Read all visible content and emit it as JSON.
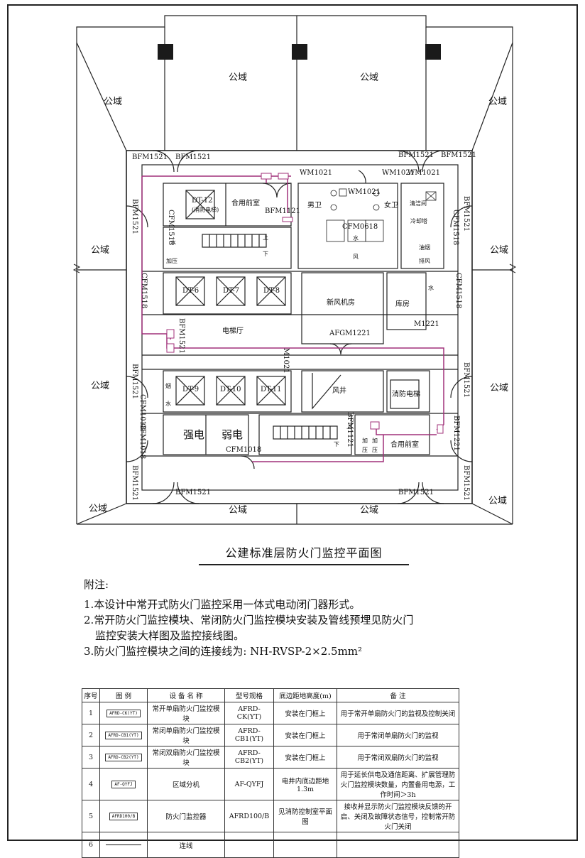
{
  "labels": {
    "public_area": "公域",
    "bfm1521": "BFM1521",
    "wm1021": "WM1021",
    "cfm1518": "CFM1518",
    "cfm1018": "CFM1018",
    "bfm1121": "BFM1121",
    "bfm1221": "BFM1221",
    "afgm1221": "AFGM1221",
    "m1021": "M1021",
    "m1221": "M1221",
    "cfm0618": "CFM0618",
    "dt12": "DT-12",
    "fire_elevator_small": "(消防电梯)",
    "shared_front_room": "合用前室",
    "men_wc": "男卫",
    "women_wc": "女卫",
    "cleaning_room": "清洁间",
    "cooling_tower": "冷却塔",
    "water": "水",
    "wind": "风",
    "water_shaft": "水",
    "pressurize": "加压",
    "smoke_exhaust": "油烟",
    "exhaust": "排风",
    "up": "上",
    "down": "下",
    "dt6": "DT-6",
    "dt7": "DT-7",
    "dt8": "DT-8",
    "dt9": "DT-9",
    "dt10": "DT-10",
    "dt11": "DT-11",
    "fresh_air_room": "新风机房",
    "storage": "库房",
    "elevator_hall": "电梯厅",
    "wind_shaft": "风井",
    "fire_elevator": "消防电梯",
    "strong_elec": "强电",
    "weak_elec": "弱电",
    "smoke": "烟",
    "press_a": "加",
    "press_b": "压",
    "shared_front_room_2": "合用前室"
  },
  "title": "公建标准层防火门监控平面图",
  "notes": {
    "heading": "附注:",
    "items": [
      "1.本设计中常开式防火门监控采用一体式电动闭门器形式。",
      "2.常开防火门监控模块、常闭防火门监控模块安装及管线预埋见防火门",
      "  监控安装大样图及监控接线图。",
      "3.防火门监控模块之间的连接线为: NH-RVSP-2×2.5mm²"
    ]
  },
  "legend": {
    "headers": [
      "序号",
      "图 例",
      "设 备 名 称",
      "型号规格",
      "底边距地高度(m)",
      "备 注"
    ],
    "rows": [
      {
        "no": "1",
        "symbol": "AFRD-CK(YT)",
        "name": "常开单扇防火门监控模块",
        "model": "AFRD-CK(YT)",
        "height": "安装在门框上",
        "remark": "用于常开单扇防火门的监视及控制关闭"
      },
      {
        "no": "2",
        "symbol": "AFRD-CB1(YT)",
        "name": "常闭单扇防火门监控模块",
        "model": "AFRD-CB1(YT)",
        "height": "安装在门框上",
        "remark": "用于常闭单扇防火门的监视"
      },
      {
        "no": "3",
        "symbol": "AFRD-CB2(YT)",
        "name": "常闭双扇防火门监控模块",
        "model": "AFRD-CB2(YT)",
        "height": "安装在门框上",
        "remark": "用于常闭双扇防火门的监视"
      },
      {
        "no": "4",
        "symbol": "AF-QYFJ",
        "name": "区域分机",
        "model": "AF-QYFJ",
        "height": "电井内底边距地1.3m",
        "remark": "用于延长供电及通信距离、扩展管理防火门监控模块数量，内置备用电源，工作时间＞3h"
      },
      {
        "no": "5",
        "symbol": "AFRD100/B",
        "name": "防火门监控器",
        "model": "AFRD100/B",
        "height": "见消防控制室平面图",
        "remark": "接收并显示防火门监控模块反馈的开启、关闭及故障状态信号，控制常开防火门关闭"
      },
      {
        "no": "6",
        "symbol": "",
        "name": "连线",
        "model": "",
        "height": "",
        "remark": ""
      }
    ]
  },
  "colors": {
    "wire": "#a0307a",
    "wall": "#222222",
    "column": "#1a1a1a"
  }
}
